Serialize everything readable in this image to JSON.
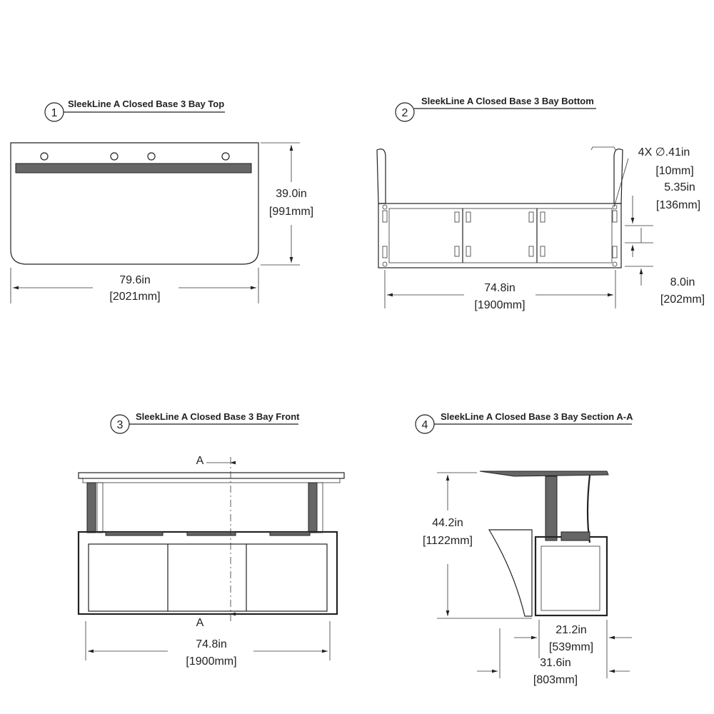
{
  "views": [
    {
      "number": "1",
      "title": "SleekLine A Closed Base 3 Bay Top",
      "dims": {
        "depth_in": "39.0in",
        "depth_mm": "[991mm]",
        "width_in": "79.6in",
        "width_mm": "[2021mm]"
      }
    },
    {
      "number": "2",
      "title": "SleekLine A Closed Base 3 Bay Bottom",
      "dims": {
        "holes": "4X ∅.41in",
        "holes_mm": "[10mm]",
        "offset_in": "5.35in",
        "offset_mm": "[136mm]",
        "height_in": "8.0in",
        "height_mm": "[202mm]",
        "width_in": "74.8in",
        "width_mm": "[1900mm]"
      }
    },
    {
      "number": "3",
      "title": "SleekLine A Closed Base 3 Bay Front",
      "section_label": "A",
      "dims": {
        "width_in": "74.8in",
        "width_mm": "[1900mm]"
      }
    },
    {
      "number": "4",
      "title": "SleekLine A Closed Base 3 Bay Section A-A",
      "dims": {
        "height_in": "44.2in",
        "height_mm": "[1122mm]",
        "base_in": "21.2in",
        "base_mm": "[539mm]",
        "depth_in": "31.6in",
        "depth_mm": "[803mm]"
      }
    }
  ]
}
